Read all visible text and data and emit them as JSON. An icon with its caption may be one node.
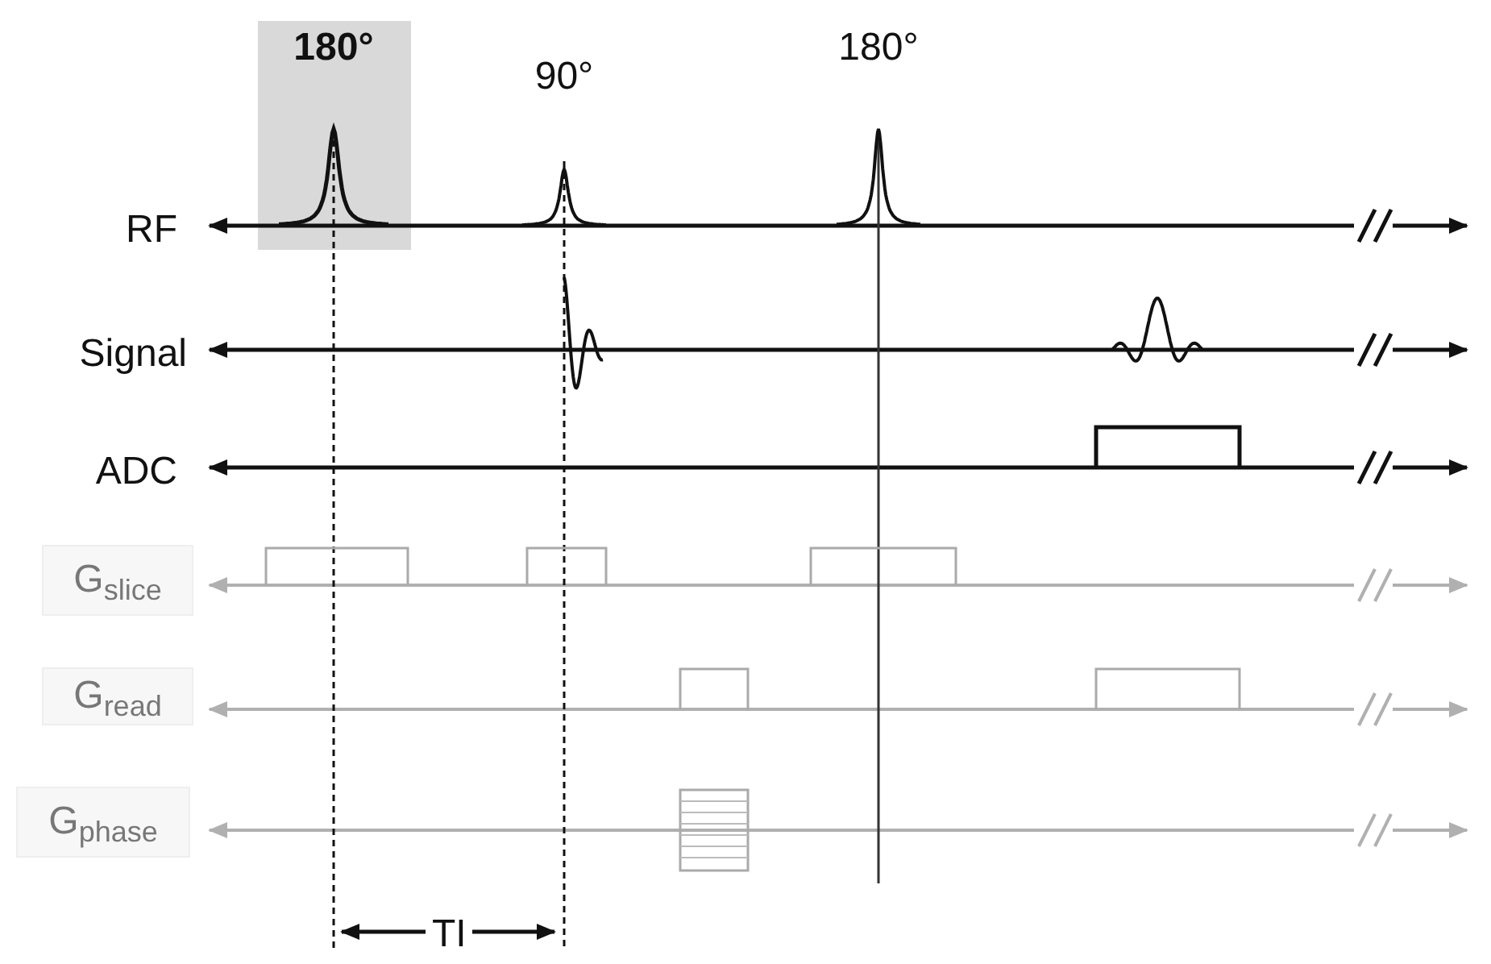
{
  "diagram": {
    "labels": [
      "180°",
      "90°",
      "180°",
      "RF",
      "Signal",
      "ADC",
      "G$_{slice}$",
      "G$_{read}$",
      "G$_{phase}$",
      "TI"
    ]
  }
}
